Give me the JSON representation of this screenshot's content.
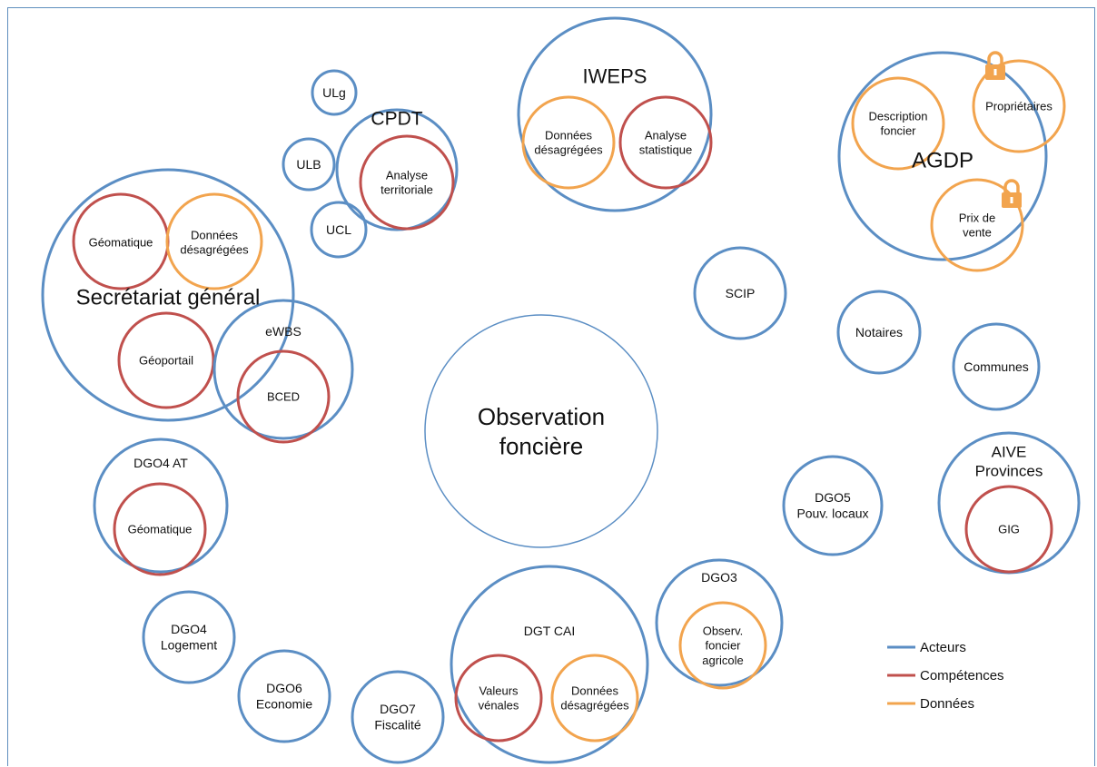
{
  "colors": {
    "actor": "#5b8ec4",
    "competence": "#c0504d",
    "data": "#f2a44e"
  },
  "center": {
    "title": [
      "Observation",
      "foncière"
    ]
  },
  "actors": {
    "secretariat": {
      "name": [
        "Secrétariat général"
      ],
      "items": {
        "geomatique": [
          "Géomatique"
        ],
        "donnees": [
          "Données",
          "désagrégées"
        ],
        "geoportail": [
          "Géoportail"
        ]
      }
    },
    "ewbs": {
      "name": [
        "eWBS"
      ],
      "items": {
        "bced": [
          "BCED"
        ]
      }
    },
    "cpdt": {
      "name": [
        "CPDT"
      ],
      "items": {
        "analyse": [
          "Analyse",
          "territoriale"
        ]
      }
    },
    "ulg": {
      "name": [
        "ULg"
      ]
    },
    "ulb": {
      "name": [
        "ULB"
      ]
    },
    "ucl": {
      "name": [
        "UCL"
      ]
    },
    "iweps": {
      "name": [
        "IWEPS"
      ],
      "items": {
        "donnees": [
          "Données",
          "désagrégées"
        ],
        "analyse": [
          "Analyse",
          "statistique"
        ]
      }
    },
    "agdp": {
      "name": [
        "AGDP"
      ],
      "items": {
        "description": [
          "Description",
          "foncier"
        ],
        "proprietaires": [
          "Propriétaires"
        ],
        "prix": [
          "Prix de",
          "vente"
        ]
      }
    },
    "scip": {
      "name": [
        "SCIP"
      ]
    },
    "notaires": {
      "name": [
        "Notaires"
      ]
    },
    "communes": {
      "name": [
        "Communes"
      ]
    },
    "aive": {
      "name": [
        "AIVE",
        "Provinces"
      ],
      "items": {
        "gig": [
          "GIG"
        ]
      }
    },
    "dgo5": {
      "name": [
        "DGO5",
        "Pouv. locaux"
      ]
    },
    "dgo3": {
      "name": [
        "DGO3"
      ],
      "items": {
        "observ": [
          "Observ.",
          "foncier",
          "agricole"
        ]
      }
    },
    "dgtcai": {
      "name": [
        "DGT CAI"
      ],
      "items": {
        "valeurs": [
          "Valeurs",
          "vénales"
        ],
        "donnees": [
          "Données",
          "désagrégées"
        ]
      }
    },
    "dgo4at": {
      "name": [
        "DGO4 AT"
      ],
      "items": {
        "geomatique": [
          "Géomatique"
        ]
      }
    },
    "dgo4log": {
      "name": [
        "DGO4",
        "Logement"
      ]
    },
    "dgo6": {
      "name": [
        "DGO6",
        "Economie"
      ]
    },
    "dgo7": {
      "name": [
        "DGO7",
        "Fiscalité"
      ]
    }
  },
  "legend": [
    {
      "label": "Acteurs",
      "kind": "actor"
    },
    {
      "label": "Compétences",
      "kind": "competence"
    },
    {
      "label": "Données",
      "kind": "data"
    }
  ]
}
